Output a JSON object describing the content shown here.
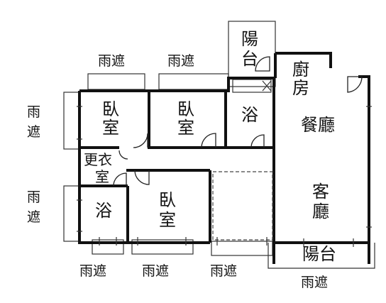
{
  "rooms": {
    "balcony_top": [
      "陽",
      "台"
    ],
    "kitchen": [
      "廚",
      "房"
    ],
    "dining": "餐廳",
    "bath_top": "浴",
    "bedroom_1": [
      "臥",
      "室"
    ],
    "bedroom_2": [
      "臥",
      "室"
    ],
    "bedroom_3": [
      "臥",
      "室"
    ],
    "dressing": [
      "更衣",
      "室"
    ],
    "bath_bottom": "浴",
    "living": [
      "客",
      "廳"
    ],
    "balcony_bottom": "陽台"
  },
  "canopies": {
    "top_1": "雨遮",
    "top_2": "雨遮",
    "left_1": [
      "雨",
      "遮"
    ],
    "left_2": [
      "雨",
      "遮"
    ],
    "bottom_1": "雨遮",
    "bottom_2": "雨遮",
    "bottom_3": "雨遮",
    "bottom_4": "雨遮"
  }
}
